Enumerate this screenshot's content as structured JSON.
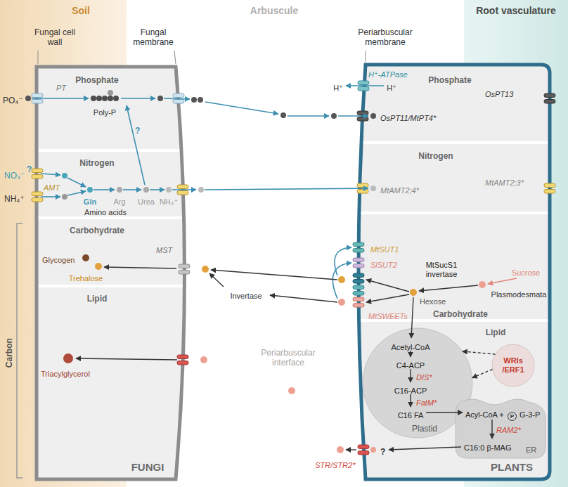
{
  "diagram": {
    "nodes": [
      {
        "text": [
          "Soil"
        ]
      },
      {
        "text": [
          "Root vasculature"
        ]
      },
      {
        "text": [
          "FUNGI"
        ]
      },
      {
        "text": [
          "Phosphate"
        ],
        "in": 2
      },
      {
        "text": [
          "Nitrogen"
        ],
        "in": 2
      },
      {
        "text": [
          "Carbohydrate"
        ],
        "in": 2
      },
      {
        "text": [
          "Lipid"
        ],
        "in": 2
      },
      {
        "text": [
          "PLANTS"
        ]
      },
      {
        "text": [
          "Phosphate"
        ],
        "in": 7
      },
      {
        "text": [
          "Nitrogen"
        ],
        "in": 7
      },
      {
        "text": [
          "Carbohydrate"
        ],
        "in": 7
      },
      {
        "text": [
          "Lipid"
        ],
        "in": 7
      },
      {
        "text": [
          "Plastid"
        ],
        "in": 11
      },
      {
        "text": [
          "WRIs /ERF1"
        ],
        "in": 11
      },
      {
        "text": [
          "ER"
        ],
        "in": 11
      }
    ],
    "edges": [
      {
        "from": 13,
        "to": 12,
        "arrow": "to"
      },
      {
        "from": 13,
        "to": 12,
        "arrow": "to"
      }
    ],
    "labels": [
      "Arbuscule",
      "Fungal cell wall",
      "Fungal membrane",
      "Periarbuscular membrane",
      "PO₄⁻",
      "PT",
      "Poly-P",
      "?",
      "H⁺-ATPase",
      "H⁺",
      "H⁺",
      "OsPT11/MtPT4*",
      "OsPT13",
      "NO₃⁻",
      "?",
      "AMT",
      "NH₄⁺",
      "Gln",
      "Arg",
      "Urea",
      "NH₄⁺",
      "Amino acids",
      "MtAMT2;4*",
      "MtAMT2;3*",
      "MST",
      "Glycogen",
      "Trehalose",
      "Invertase",
      "MtSUT1",
      "SlSUT2",
      "MtSWEETs",
      "MtSucS1 invertase",
      "Sucrose",
      "Plasmodesmata",
      "Hexose",
      "Carbon",
      "Triacylglycerol",
      "Periarbuscular interface",
      "Acetyl-CoA",
      "C4-ACP",
      "DIS*",
      "C16-ACP",
      "FatM*",
      "C16 FA",
      "Acyl-CoA +",
      "P",
      "G-3-P",
      "RAM2*",
      "C16:0 β-MAG",
      "?",
      "STR/STR2*"
    ]
  }
}
